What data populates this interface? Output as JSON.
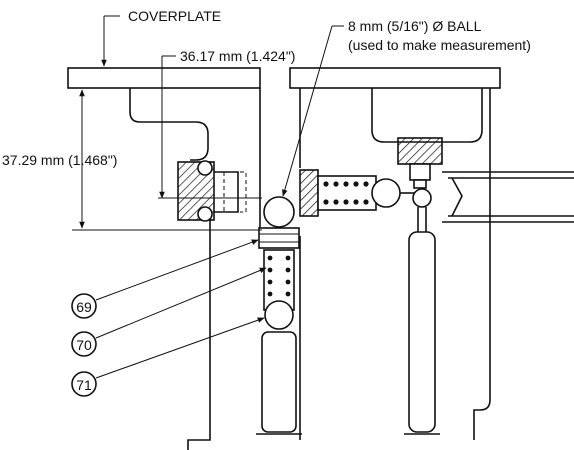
{
  "labels": {
    "coverplate": "COVERPLATE",
    "dim_horizontal": "36.17 mm (1.424\")",
    "dim_vertical": "37.29 mm (1.468\")",
    "ball_line1": "8 mm (5/16\") Ø BALL",
    "ball_line2": "(used to make measurement)"
  },
  "callouts": [
    "69",
    "70",
    "71"
  ],
  "colors": {
    "ink": "#111111",
    "background": "#ffffff"
  }
}
